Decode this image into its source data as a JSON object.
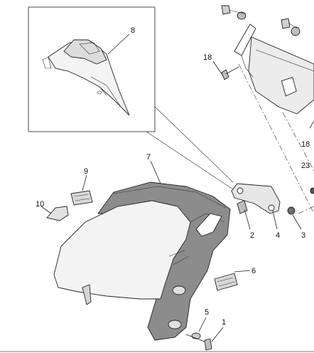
{
  "callouts": [
    "8",
    "18",
    "18",
    "23",
    "7",
    "9",
    "10",
    "2",
    "4",
    "3",
    "6",
    "5",
    "1"
  ],
  "colors": {
    "fender_dark": "#8a8a8a",
    "fender_light": "#f2f2f2",
    "ink": "#222222"
  }
}
